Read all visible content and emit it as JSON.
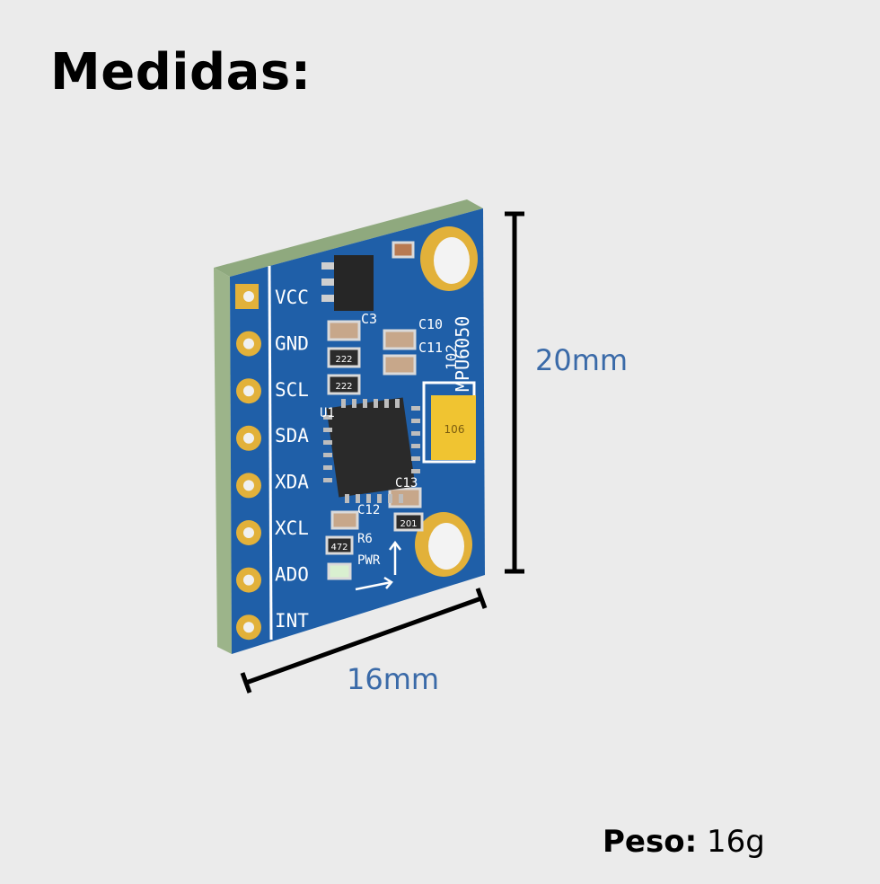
{
  "title": "Medidas:",
  "board": {
    "pins": [
      "VCC",
      "GND",
      "SCL",
      "SDA",
      "XDA",
      "XCL",
      "ADO",
      "INT"
    ],
    "chip_label": "MPU6050",
    "component_labels": {
      "c3": "C3",
      "c10": "C10",
      "c11": "C11",
      "c102": "102",
      "c12": "C12",
      "c13": "C13",
      "r6": "R6",
      "pwr": "PWR",
      "u1": "U1",
      "res1": "222",
      "res2": "222",
      "res3": "472",
      "res4": "201",
      "cap_tant": "106"
    },
    "colors": {
      "pcb": "#1f5fa8",
      "pcb_edge": "#8fa97e",
      "gold": "#e2b13a",
      "chip": "#2a2a2a",
      "tantalum": "#f0c431",
      "silkscreen": "#ffffff"
    }
  },
  "dimensions": {
    "height": "20mm",
    "width": "16mm"
  },
  "weight": {
    "label": "Peso:",
    "value": "16g"
  }
}
